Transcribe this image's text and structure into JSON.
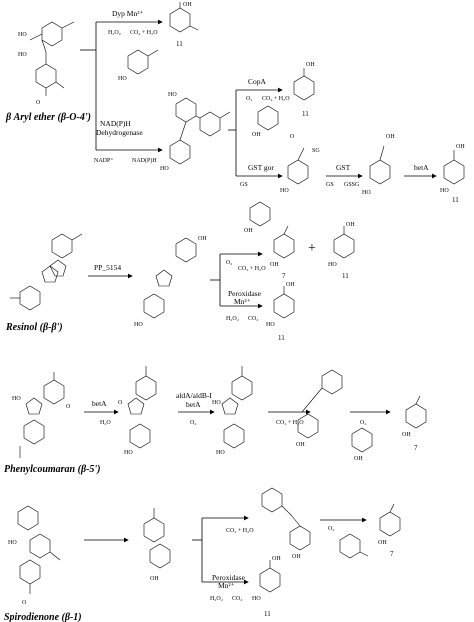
{
  "sections": [
    {
      "key": "aryl",
      "title": "β Aryl ether (β-O-4')"
    },
    {
      "key": "resinol",
      "title": "Resinol (β-β')"
    },
    {
      "key": "phenyl",
      "title": "Phenylcoumaran (β-5')"
    },
    {
      "key": "spiro",
      "title": "Spirodienone (β-1)"
    }
  ],
  "enzymes": {
    "dyp": "Dyp  Mn²⁺",
    "nadph": "NAD(P)H",
    "dehydrogenase": "Dehydrogenase",
    "copa": "CopA",
    "gst_gor": "GST  gor",
    "gst": "GST",
    "beta_a": "betA",
    "pp5154": "PP_5154",
    "peroxidase": "Peroxidase",
    "mn": "Mn²⁺",
    "alda": "aldA/aldB-I",
    "beta_a2": "betA",
    "peroxidase2": "Peroxidase",
    "mn2": "Mn²⁺"
  },
  "cofactors": {
    "h2o2": "H₂O₂",
    "co2_h2o": "CO₂ + H₂O",
    "o2": "O₂",
    "nadp_plus": "NADP⁺",
    "nadph_short": "NAD(P)H",
    "gs": "GS",
    "gssg": "GSSG",
    "h2o": "H₂O",
    "co2": "CO₂",
    "sg": "SG"
  },
  "compounds": {
    "c11": "11",
    "c7": "7",
    "plus": "+"
  }
}
